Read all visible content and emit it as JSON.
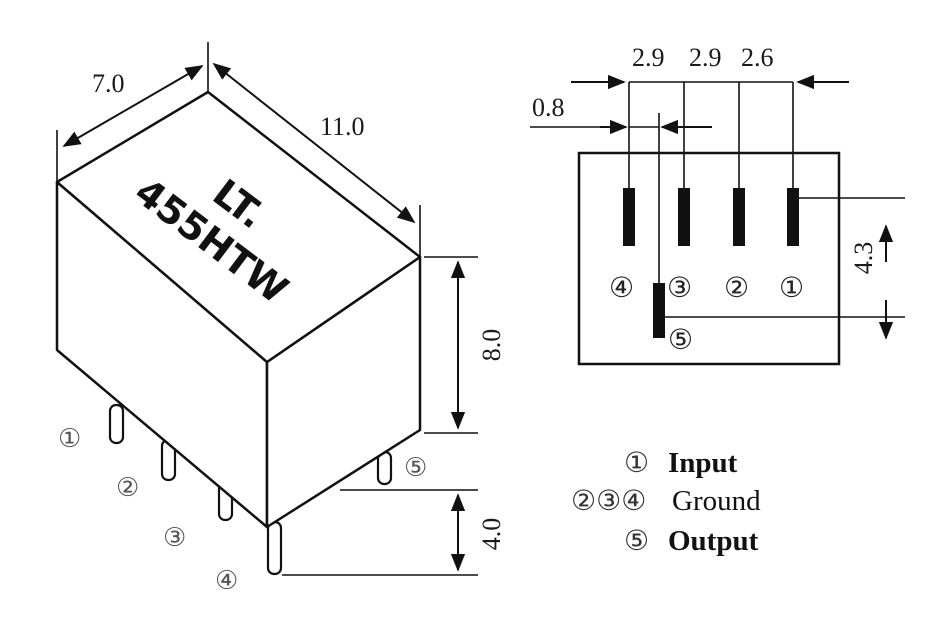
{
  "component": {
    "marking_line1": "LT.",
    "marking_line2": "455HTW"
  },
  "dimensions": {
    "width": "7.0",
    "length": "11.0",
    "height": "8.0",
    "lead_length": "4.0"
  },
  "footprint": {
    "pitch_a": "2.9",
    "pitch_b": "2.9",
    "pitch_c": "2.6",
    "offset": "0.8",
    "row_spacing": "4.3"
  },
  "pins": {
    "p1": "①",
    "p2": "②",
    "p3": "③",
    "p4": "④",
    "p5": "⑤"
  },
  "legend": {
    "input_pins": "①",
    "input_label": "Input",
    "ground_pins": "②③④",
    "ground_label": "Ground",
    "output_pins": "⑤",
    "output_label": "Output"
  }
}
